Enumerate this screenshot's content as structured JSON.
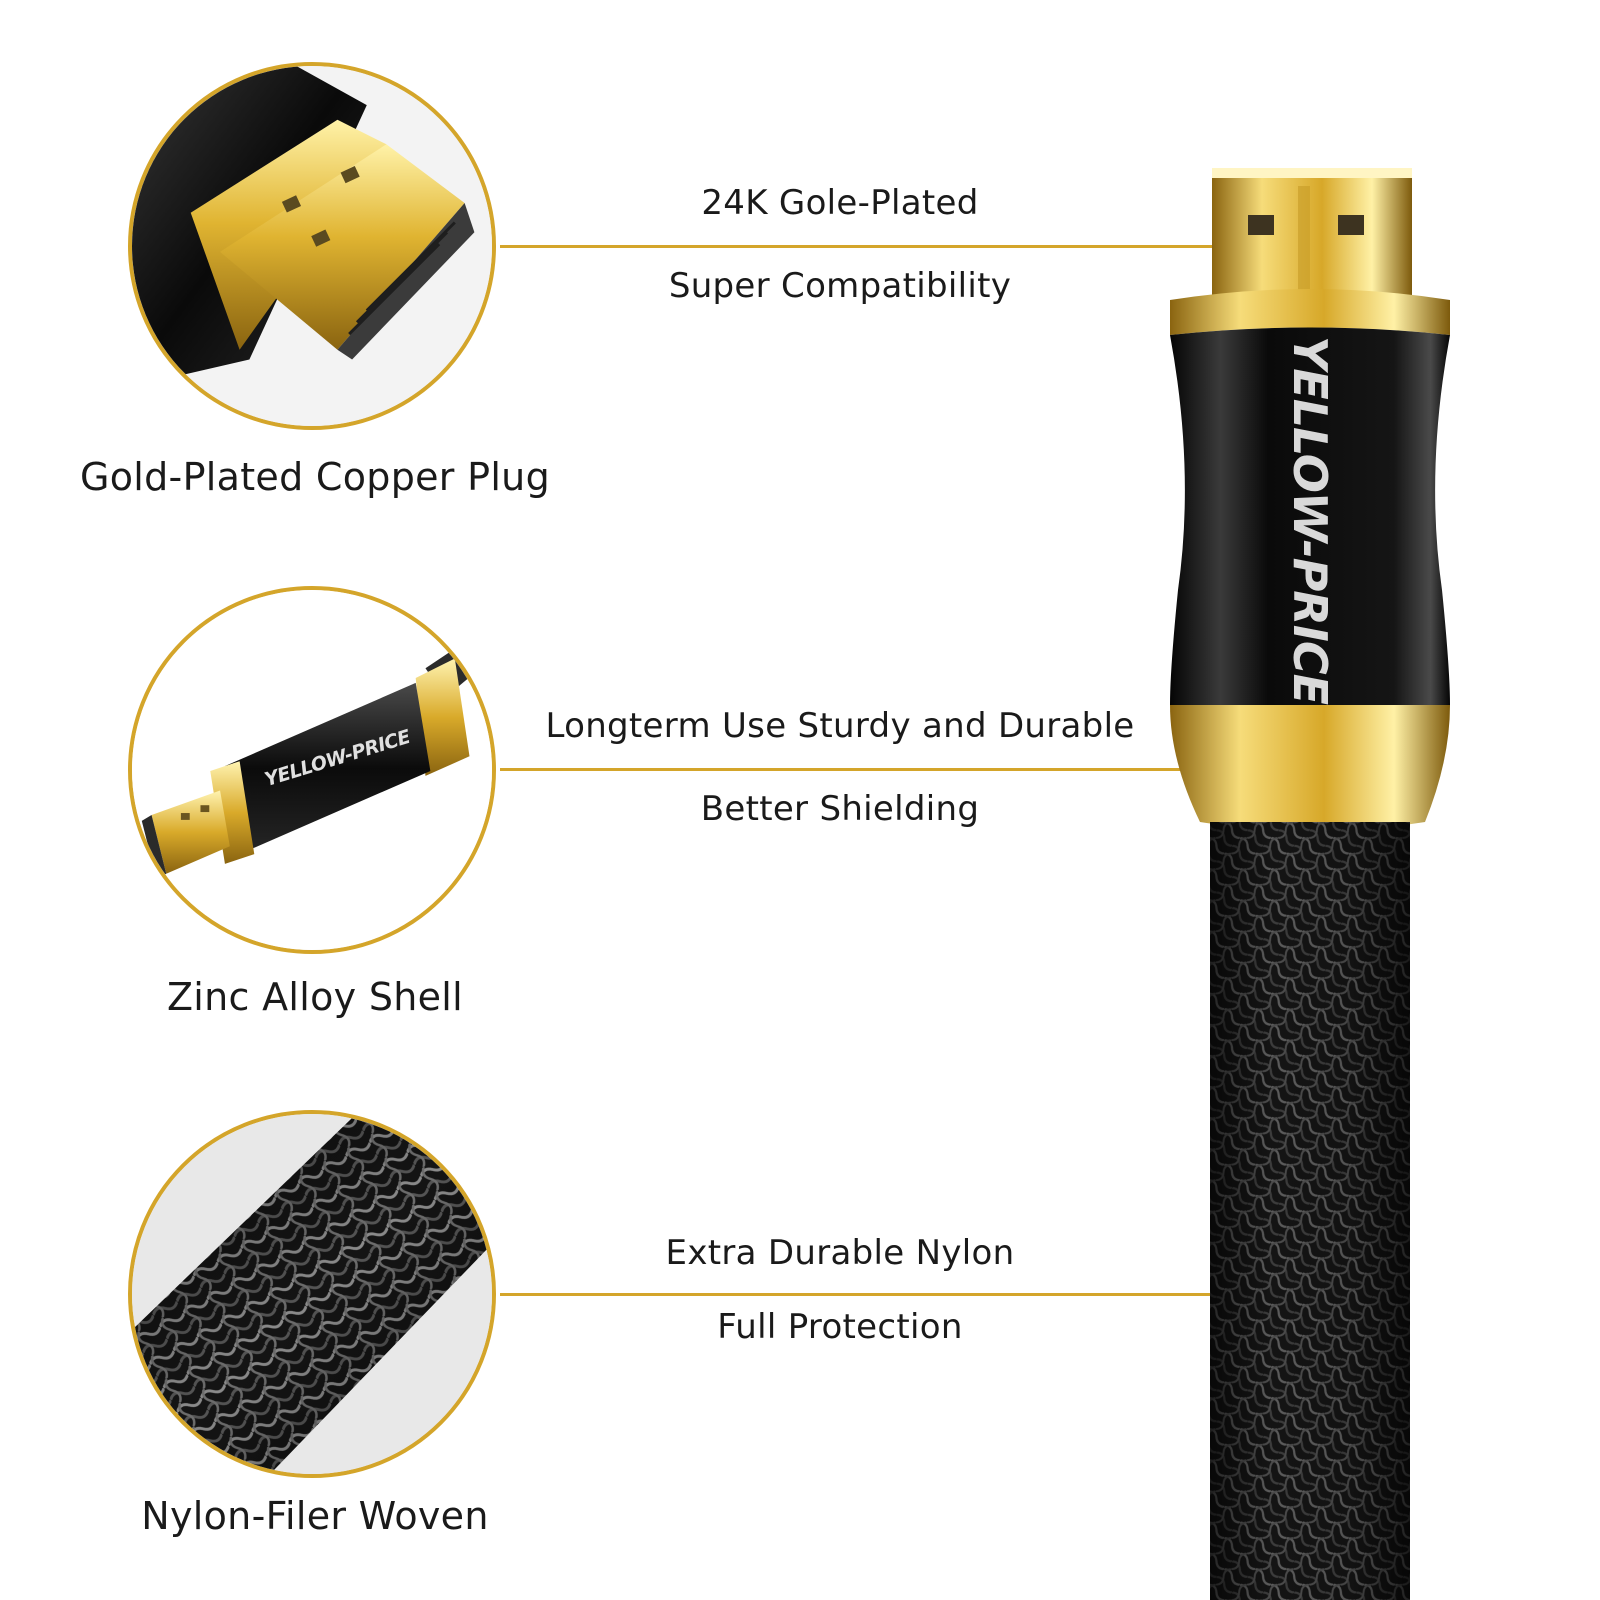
{
  "colors": {
    "accent_gold": "#d4a52a",
    "text": "#1a1a1a",
    "background": "#ffffff"
  },
  "details": [
    {
      "caption": "Gold-Plated Copper Plug",
      "icon": "gold-plug-closeup"
    },
    {
      "caption": "Zinc Alloy Shell",
      "icon": "connector-shell-closeup"
    },
    {
      "caption": "Nylon-Filer Woven",
      "icon": "nylon-braid-closeup"
    }
  ],
  "features": [
    {
      "line1": "24K Gole-Plated",
      "line2": "Super Compatibility"
    },
    {
      "line1": "Longterm Use Sturdy and Durable",
      "line2": "Better Shielding"
    },
    {
      "line1": "Extra Durable Nylon",
      "line2": "Full Protection"
    }
  ],
  "brand": {
    "name": "YELLOW-PRICE"
  }
}
